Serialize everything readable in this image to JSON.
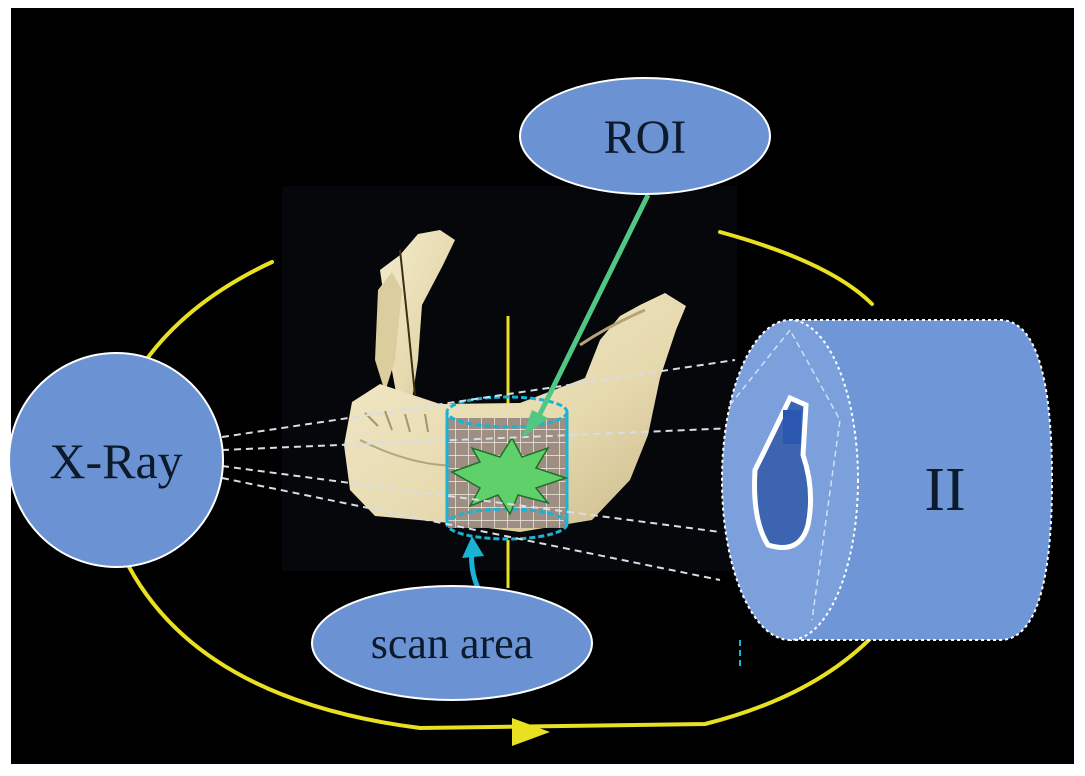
{
  "labels": {
    "source": "X-Ray",
    "region": "ROI",
    "scan": "scan area",
    "detector": "II"
  },
  "colors": {
    "background": "#000000",
    "bubble_fill": "#6b93d4",
    "orbit": "#e8e021",
    "detector_fill": "#6f96d6",
    "roi_arrow": "#52c784",
    "scan_arrow": "#19b3d6",
    "bone": "#ece2bf",
    "star": "#5fd06a"
  },
  "icons": {
    "source": "x-ray-source-icon",
    "detector": "image-intensifier-icon",
    "specimen": "mandible-icon",
    "region": "roi-star-icon"
  }
}
